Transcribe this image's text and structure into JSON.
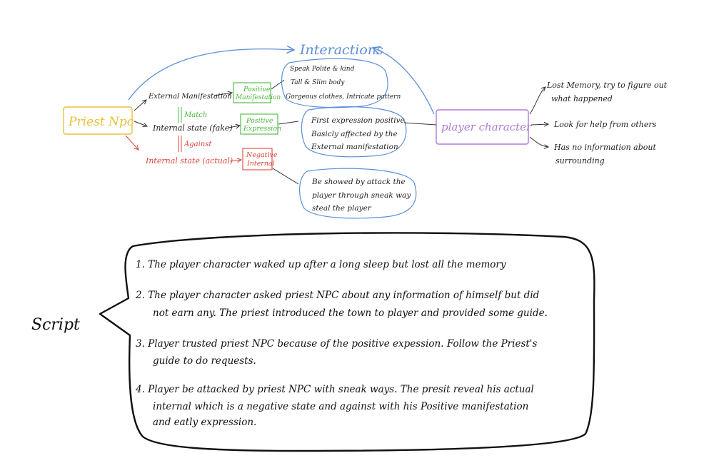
{
  "colors": {
    "priest": "#e8c13a",
    "green": "#49b83c",
    "red": "#e0463c",
    "blue": "#5b8fd6",
    "purple": "#b07ad8",
    "ink": "#222222"
  },
  "diagram": {
    "interactions": "Interactions",
    "priest_npc": "Priest Npc",
    "external_manifestation": "External Manifestation",
    "internal_state_fake": "Internal state (fake)",
    "internal_state_actual": "Internal state (actual)",
    "match": "Match",
    "against": "Against",
    "positive_manifestation": [
      "Positive",
      "Manifestation"
    ],
    "positive_expression": [
      "Positive",
      "Expression"
    ],
    "negative_internal": [
      "Negative",
      "Internal"
    ],
    "manifestation_notes": [
      "Speak Polite & kind",
      "Tall & Slim body",
      "Gorgeous clothes, Intricate pattern"
    ],
    "expression_notes": [
      "First expression positive",
      "Basicly affected by the",
      "External manifestation"
    ],
    "internal_notes": [
      "Be showed by attack the",
      "player through sneak way",
      "steal the player"
    ],
    "player_character": "player character",
    "player_notes": {
      "lost_memory": [
        "Lost Memory, try to figure out",
        "what happened"
      ],
      "look_for_help": "Look for help from others",
      "no_information": [
        "Has no information about",
        "surrounding"
      ]
    }
  },
  "script": {
    "label": "Script",
    "lines": [
      "1. The player character waked up after a long sleep but lost all the memory",
      "2. The player character asked priest NPC about any information of himself but did",
      "not earn any. The priest introduced the town to player and provided some guide.",
      "3. Player trusted priest NPC because of the positive expession. Follow the Priest's",
      "guide to do requests.",
      "4. Player be attacked by priest NPC with sneak ways. The presit reveal his actual",
      "internal which is a negative state and against with his Positive manifestation",
      "and eatly expression."
    ]
  }
}
